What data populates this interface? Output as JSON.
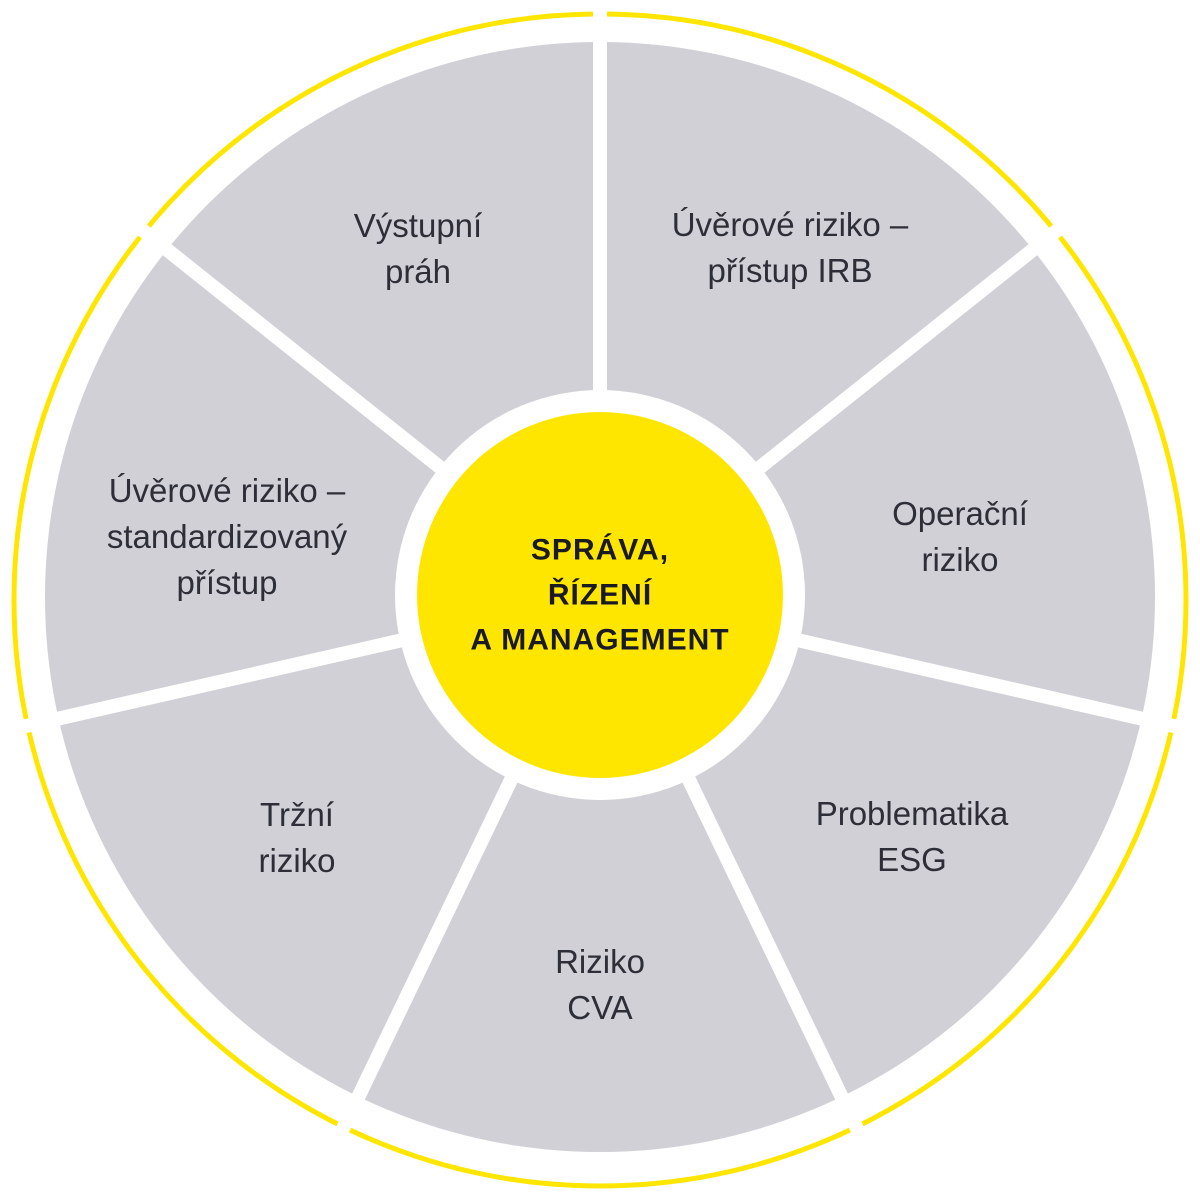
{
  "colors": {
    "accent": "#ffe600",
    "segment": "#d0d0d6",
    "text": "#2e2e38"
  },
  "center": {
    "lines": [
      "SPRÁVA,",
      "ŘÍZENÍ",
      "A MANAGEMENT"
    ]
  },
  "segments": [
    {
      "lines": [
        "Úvěrové riziko –",
        "přístup IRB"
      ]
    },
    {
      "lines": [
        "Operační",
        "riziko"
      ]
    },
    {
      "lines": [
        "Problematika",
        "ESG"
      ]
    },
    {
      "lines": [
        "Riziko",
        "CVA"
      ]
    },
    {
      "lines": [
        "Tržní",
        "riziko"
      ]
    },
    {
      "lines": [
        "Úvěrové riziko –",
        "standardizovaný",
        "přístup"
      ]
    },
    {
      "lines": [
        "Výstupní",
        "práh"
      ]
    }
  ]
}
